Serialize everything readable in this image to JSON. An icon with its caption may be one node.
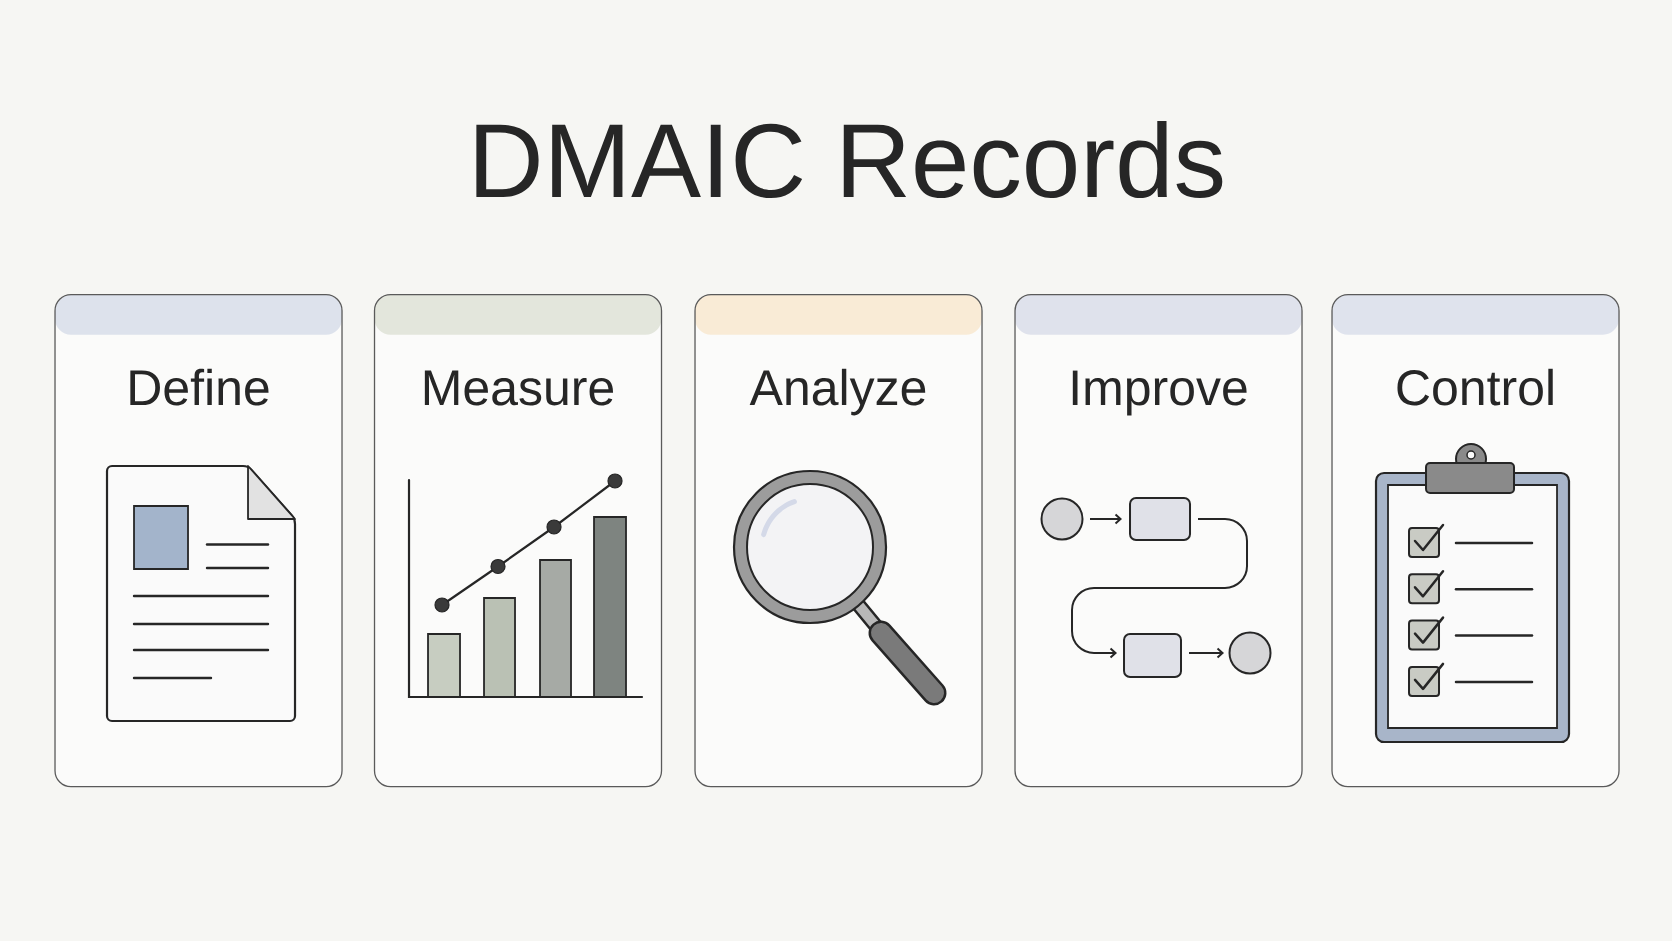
{
  "diagram": {
    "title": "DMAIC Records",
    "nodes": [
      {
        "text": [
          "Define"
        ]
      },
      {
        "text": [
          "Measure"
        ]
      },
      {
        "text": [
          "Analyze"
        ]
      },
      {
        "text": [
          "Improve"
        ]
      },
      {
        "text": [
          "Control"
        ]
      }
    ]
  }
}
